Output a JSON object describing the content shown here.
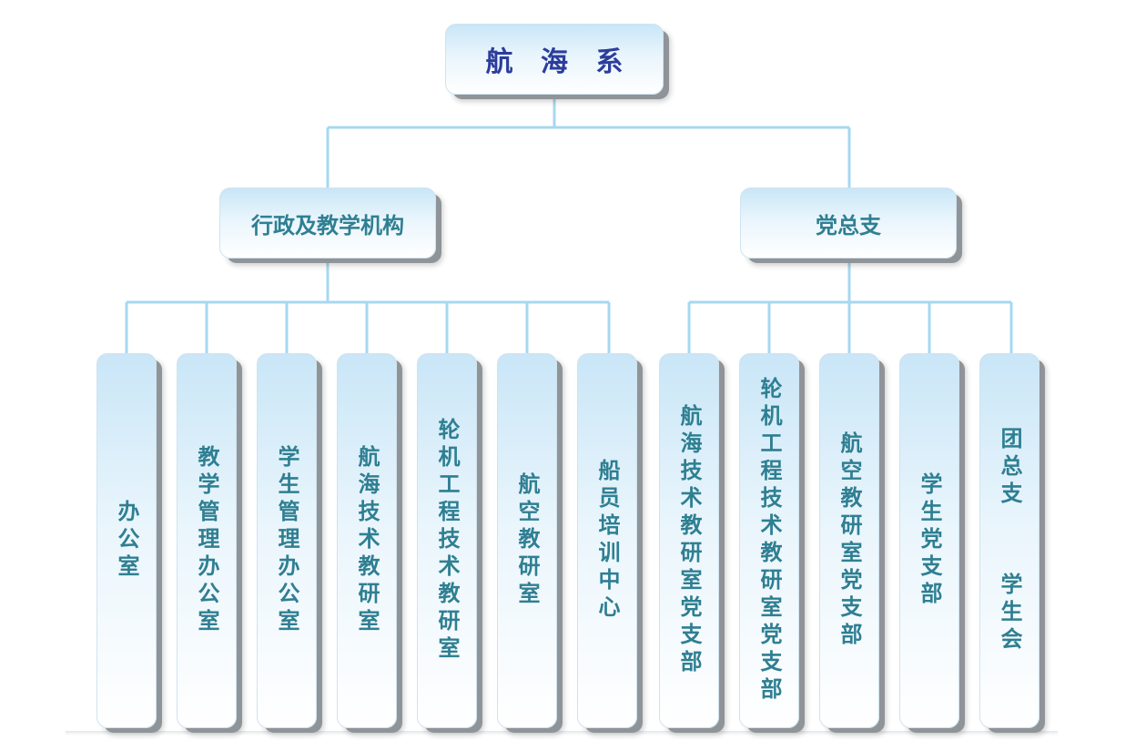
{
  "root": {
    "label": "航 海 系"
  },
  "groups": [
    {
      "label": "行政及教学机构",
      "children": [
        "办公室",
        "教学管理办公室",
        "学生管理办公室",
        "航海技术教研室",
        "轮机工程技术教研室",
        "航空教研室",
        "船员培训中心"
      ]
    },
    {
      "label": "党总支",
      "children": [
        "航海技术教研室党支部",
        "轮机工程技术教研室党支部",
        "航空教研室党支部",
        "学生党支部",
        "团总支  学生会"
      ]
    }
  ],
  "colors": {
    "connector": "#a6d8ef",
    "root_text": "#2c3d9c",
    "node_text": "#2f7f92"
  }
}
